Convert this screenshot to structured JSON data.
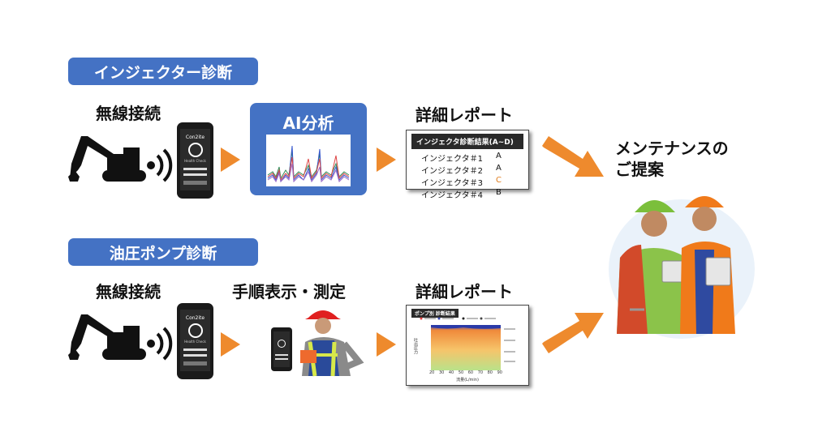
{
  "injector": {
    "section": "インジェクター診断",
    "wireless": "無線接続",
    "ai": "AI分析",
    "report_label": "詳細レポート",
    "report_header": "インジェクタ診断結果(A~D)",
    "rows": [
      {
        "name": "インジェクタ＃1",
        "grade": "A"
      },
      {
        "name": "インジェクタ＃2",
        "grade": "A"
      },
      {
        "name": "インジェクタ＃3",
        "grade": "C"
      },
      {
        "name": "インジェクタ＃4",
        "grade": "B"
      }
    ]
  },
  "pump": {
    "section": "油圧ポンプ診断",
    "wireless": "無線接続",
    "procedure": "手順表示・測定",
    "report_label": "詳細レポート",
    "report_header": "ポンプ別 診断結果",
    "x_axis_label": "流量(L/min)",
    "y_axis_label": "吐出圧力",
    "x_ticks": [
      "20",
      "30",
      "40",
      "50",
      "60",
      "70",
      "80",
      "90"
    ]
  },
  "app_name": "Con2ite",
  "app_subtitle": "Health Check",
  "result": "メンテナンスの\nご提案",
  "colors": {
    "accent": "#4472c4",
    "arrow": "#ee8a2d",
    "grade_c": "#e07b1a"
  }
}
